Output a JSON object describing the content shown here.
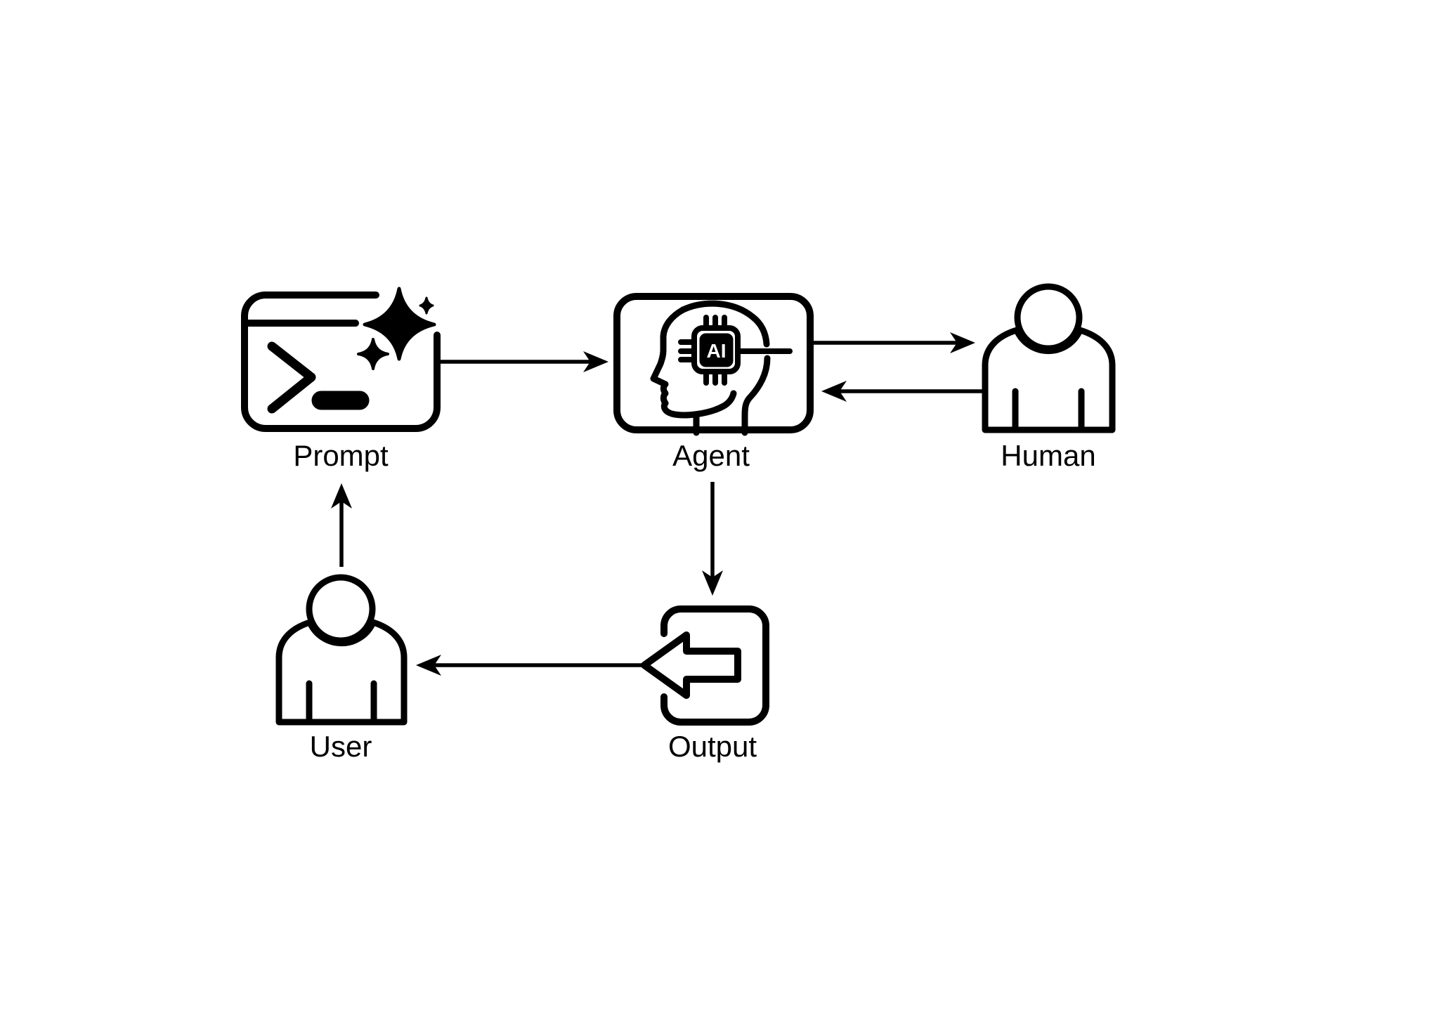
{
  "canvas": {
    "background_color": "#ffffff",
    "ink_color": "#000000"
  },
  "nodes": {
    "prompt": {
      "label": "Prompt",
      "icon": "terminal-sparkle-icon"
    },
    "agent": {
      "label": "Agent",
      "icon": "head-ai-chip-icon",
      "chip_text": "AI"
    },
    "human": {
      "label": "Human",
      "icon": "person-icon"
    },
    "output": {
      "label": "Output",
      "icon": "box-arrow-left-icon"
    },
    "user": {
      "label": "User",
      "icon": "person-icon"
    }
  },
  "edges": [
    {
      "from": "Prompt",
      "to": "Agent",
      "direction": "right"
    },
    {
      "from": "Agent",
      "to": "Human",
      "direction": "right"
    },
    {
      "from": "Human",
      "to": "Agent",
      "direction": "left"
    },
    {
      "from": "Agent",
      "to": "Output",
      "direction": "down"
    },
    {
      "from": "Output",
      "to": "User",
      "direction": "left"
    },
    {
      "from": "User",
      "to": "Prompt",
      "direction": "up"
    }
  ]
}
